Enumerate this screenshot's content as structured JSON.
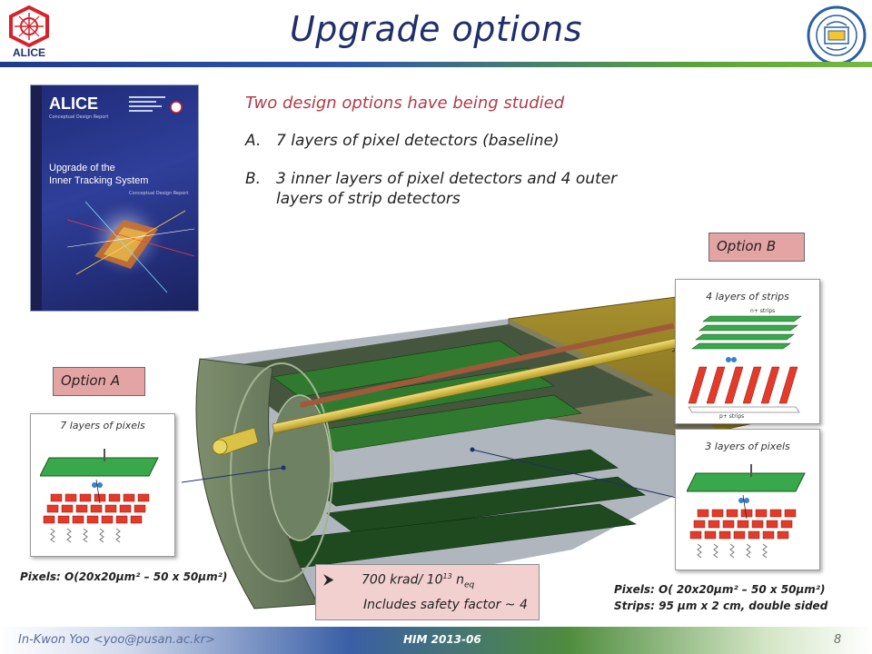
{
  "header": {
    "title": "Upgrade options",
    "left_logo_text": "ALICE",
    "colors": {
      "title": "#1f2f6b",
      "accent_red": "#b03a48",
      "option_box": "#e5a4a4"
    }
  },
  "cover": {
    "brand": "ALICE",
    "brand_sub": "Conceptual Design Report",
    "heading_line1": "Upgrade of the",
    "heading_line2": "Inner Tracking System",
    "heading_sub": "Conceptual Design Report"
  },
  "intro": "Two design options have being studied",
  "options": [
    {
      "marker": "A.",
      "text": "7 layers of pixel detectors (baseline)"
    },
    {
      "marker": "B.",
      "text_line1": "3 inner layers of pixel detectors and 4 outer",
      "text_line2": "layers of strip detectors"
    }
  ],
  "option_a": {
    "label": "Option A",
    "inset_label": "7 layers of pixels",
    "caption": "Pixels: O(20x20µm² – 50 x 50µm²)"
  },
  "option_b": {
    "label": "Option B",
    "strip_inset_label": "4 layers of strips",
    "pixel_inset_label": "3 layers of pixels",
    "strip_top_text": "n+ strips",
    "strip_bottom_text": "p+ strips",
    "caption_line1": "Pixels: O( 20x20µm² – 50 x 50µm²)",
    "caption_line2": "Strips: 95 µm x 2 cm, double sided"
  },
  "radiation": {
    "bullet": "⮞",
    "dose_prefix": "700 krad/ 10",
    "dose_exp": "13",
    "dose_unit": " n",
    "dose_sub": "eq",
    "safety": "Includes safety factor ~ 4"
  },
  "footer": {
    "author": "In-Kwon Yoo <yoo@pusan.ac.kr>",
    "conference": "HIM 2013-06",
    "page": "8"
  }
}
